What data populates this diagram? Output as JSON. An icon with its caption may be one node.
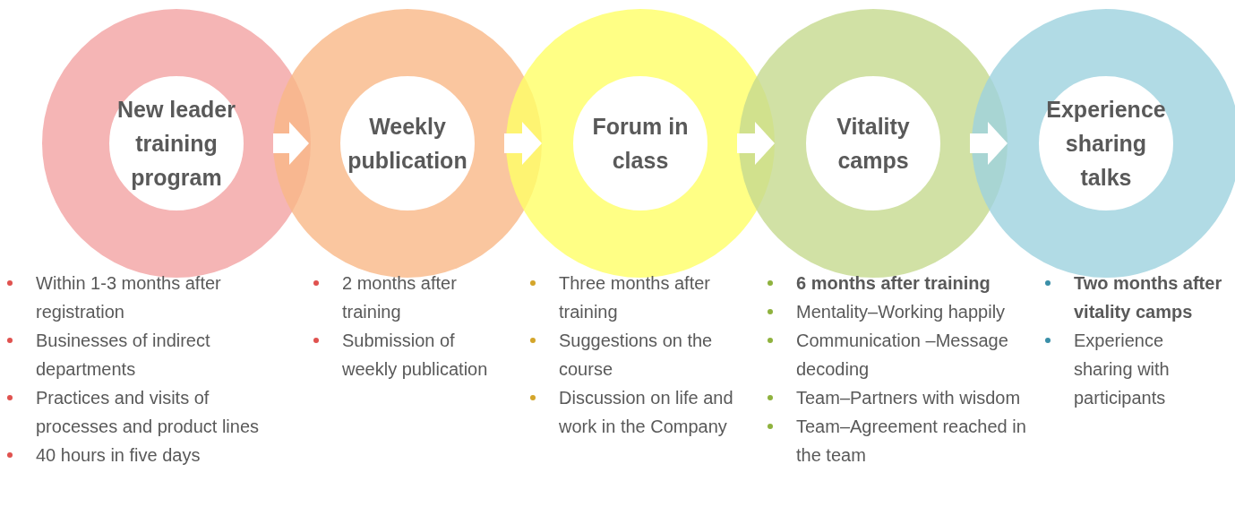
{
  "diagram": {
    "nodes": [
      {
        "text": [
          "New leader training program"
        ],
        "beside": [
          "Within 1-3 months after registration",
          "Businesses of indirect departments",
          "Practices and visits of processes and product lines",
          "40 hours in five days"
        ]
      },
      {
        "text": [
          "Weekly publication"
        ],
        "beside": [
          "2 months after training",
          "Submission of weekly publication"
        ]
      },
      {
        "text": [
          "Forum in class"
        ],
        "beside": [
          "Three months after training",
          "Suggestions on the course",
          "Discussion on life and work in the Company"
        ]
      },
      {
        "text": [
          "Vitality camps"
        ],
        "beside": [
          "**6 months after training**",
          "Mentality–Working happily",
          "Communication –Message decoding",
          "Team–Partners with wisdom",
          "Team–Agreement reached in the team"
        ]
      },
      {
        "text": [
          "Experience sharing talks"
        ],
        "beside": [
          "**Two months after vitality camps**",
          "Experience sharing with participants"
        ]
      }
    ],
    "edges": [
      {
        "from": 0,
        "to": 1,
        "arrow": "to"
      },
      {
        "from": 1,
        "to": 2,
        "arrow": "to"
      },
      {
        "from": 2,
        "to": 3,
        "arrow": "to"
      },
      {
        "from": 3,
        "to": 4,
        "arrow": "to"
      }
    ]
  }
}
